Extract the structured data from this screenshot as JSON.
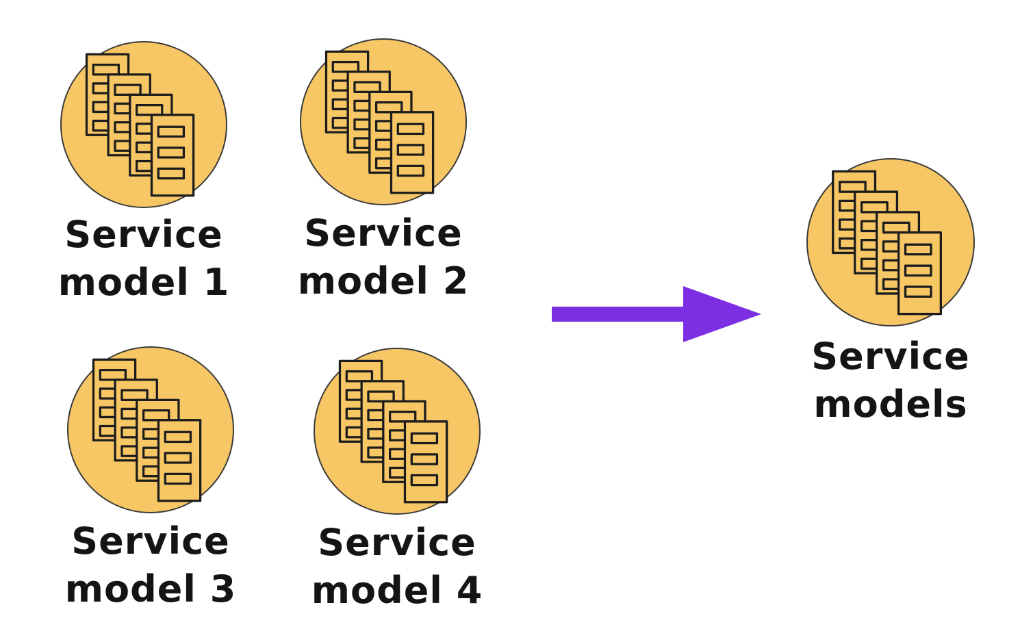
{
  "diagram": {
    "description": "Four separate service model document stacks consolidating into one service models stack",
    "colors": {
      "background": "#ffffff",
      "circle_fill": "#F7C766",
      "circle_stroke": "#3a3a3a",
      "document_stroke": "#1c1c1c",
      "arrow": "#7C2FE2",
      "text": "#141414"
    },
    "nodes": [
      {
        "id": "service-model-1",
        "icon": "documents-stack-icon",
        "lines": [
          "Service",
          "model 1"
        ]
      },
      {
        "id": "service-model-2",
        "icon": "documents-stack-icon",
        "lines": [
          "Service",
          "model 2"
        ]
      },
      {
        "id": "service-model-3",
        "icon": "documents-stack-icon",
        "lines": [
          "Service",
          "model 3"
        ]
      },
      {
        "id": "service-model-4",
        "icon": "documents-stack-icon",
        "lines": [
          "Service",
          "model 4"
        ]
      },
      {
        "id": "service-models",
        "icon": "documents-stack-icon",
        "lines": [
          "Service",
          "models"
        ]
      }
    ],
    "arrow": {
      "direction": "right",
      "color": "#7C2FE2"
    }
  }
}
